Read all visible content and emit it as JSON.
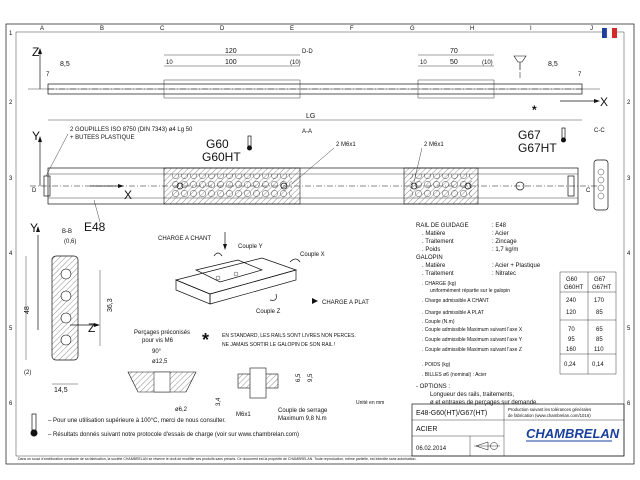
{
  "frame": {
    "cols": [
      "A",
      "B",
      "C",
      "D",
      "E",
      "F",
      "G",
      "H",
      "I",
      "J"
    ],
    "rows": [
      "1",
      "2",
      "3",
      "4",
      "5",
      "6"
    ],
    "copyright": "Dans un souci d'amélioration constante de sa fabrication, la société CHAMBRELAN se réserve le droit de modifier ses produits sans préavis. Ce document est la propriété de CHAMBRELAN. Toute reproduction, même partielle, est interdite sans autorisation."
  },
  "top_view": {
    "dims": {
      "d1": "120",
      "d2": "10",
      "d3": "100",
      "d4": "(10)",
      "d5": "70",
      "d6": "10",
      "d7": "50",
      "d8": "(10)",
      "d9": "8,5",
      "d10": "7",
      "d11": "8,5",
      "d12": "7"
    },
    "section_dd": "D-D",
    "axis_z": "Z",
    "axis_x": "X",
    "length": "LG"
  },
  "front_view": {
    "note1": "2 GOUPILLES ISO 8750 (DIN 7343) ø4 Lg 50",
    "note2": "+ BUTEES PLASTIQUE",
    "section_aa": "A-A",
    "screw1": "2 M6x1",
    "screw2": "2 M6x1",
    "g60": "G60",
    "g60ht": "G60HT",
    "g67": "G67",
    "g67ht": "G67HT",
    "section_cc": "C-C",
    "axis_y": "Y",
    "axis_x": "X",
    "label_d": "D",
    "label_c": "C",
    "e48": "E48"
  },
  "section_bb": {
    "title": "B-B",
    "d06": "(0,6)",
    "d48": "48",
    "d363": "36,3",
    "d2": "(2)",
    "d145": "14,5",
    "y": "Y",
    "z": "Z"
  },
  "iso_view": {
    "charge_chant": "CHARGE A CHANT",
    "couple_y": "Couple Y",
    "couple_x": "Couple X",
    "couple_z": "Couple Z",
    "charge_plat": "CHARGE A PLAT"
  },
  "warning": {
    "line1": "EN STANDARD, LES RAILS SONT LIVRES NON PERCES.",
    "line2": "NE JAMAIS SORTIR LE GALOPIN DE SON RAIL !"
  },
  "bores": {
    "title1": "Perçages préconisés",
    "title2": "pour vis M6",
    "angle": "90°",
    "d125": "ø12,5",
    "d62": "ø6,2",
    "d34": "3,4"
  },
  "screw_detail": {
    "d65": "6,5",
    "d95": "9,5",
    "m6": "M6x1",
    "torque1": "Couple de serrage",
    "torque2": "Maximum 9,8 N.m",
    "units": "Unité en mm"
  },
  "specs": {
    "rail_title": "RAIL DE GUIDAGE",
    "rail_value": ": E48",
    "rows": [
      {
        "k": ". Matière",
        "v": ": Acier"
      },
      {
        "k": ". Traitement",
        "v": ": Zincage"
      },
      {
        "k": ". Poids",
        "v": ": 1,7 kg/m"
      }
    ],
    "galopin_title": "GALOPIN",
    "galopin_rows": [
      {
        "k": ". Matière",
        "v": ": Acier + Plastique"
      },
      {
        "k": ". Traitement",
        "v": ": Nitratec"
      }
    ]
  },
  "charge_table": {
    "headers": [
      [
        "G60",
        "G60HT"
      ],
      [
        "G67",
        "G67HT"
      ]
    ],
    "rows": [
      {
        "label": ". CHARGE (kg)",
        "sub": "uniformément répartie sur le galopin",
        "a": "",
        "b": ""
      },
      {
        "label": ". Charge admissible A CHANT",
        "a": "240",
        "b": "170"
      },
      {
        "label": ". Charge admissible A PLAT",
        "a": "120",
        "b": "85"
      },
      {
        "label": ". Couple (N.m)",
        "a": "",
        "b": ""
      },
      {
        "label": ". Couple admissible Maximum suivant l'axe X",
        "a": "70",
        "b": "65"
      },
      {
        "label": ". Couple admissible Maximum suivant l'axe Y",
        "a": "95",
        "b": "85"
      },
      {
        "label": ". Couple admissible Maximum suivant l'axe Z",
        "a": "160",
        "b": "110"
      },
      {
        "label": ". POIDS (kg)",
        "a": "0,24",
        "b": "0,14"
      },
      {
        "label": ". BILLES ø6 (nominal)   : Acier",
        "a": "",
        "b": ""
      }
    ]
  },
  "options": {
    "title": "- OPTIONS :",
    "line1": "Longueur des rails, traitements,",
    "line2": "ø et entraxes de perçages sur demande."
  },
  "footer": {
    "note1": "Pour une utilisation supérieure à 100°C, merci de nous consulter.",
    "note2": "Résultats donnés suivant notre protocole d'essais de charge (voir sur www.chambrelan.com)"
  },
  "title_block": {
    "ref": "E48-G60(HT)/G67(HT)",
    "note1": "Production suivant les tolérances générales",
    "note2": "de fabrication (www.chambrelan.com/1016)",
    "material": "ACIER",
    "date": "06.02.2014",
    "brand": "CHAMBRELAN"
  },
  "colors": {
    "line": "#111111",
    "brand": "#1a3f9c",
    "flag_blue": "#1f3fa0",
    "flag_red": "#d22b2b",
    "hatch": "#444444"
  }
}
